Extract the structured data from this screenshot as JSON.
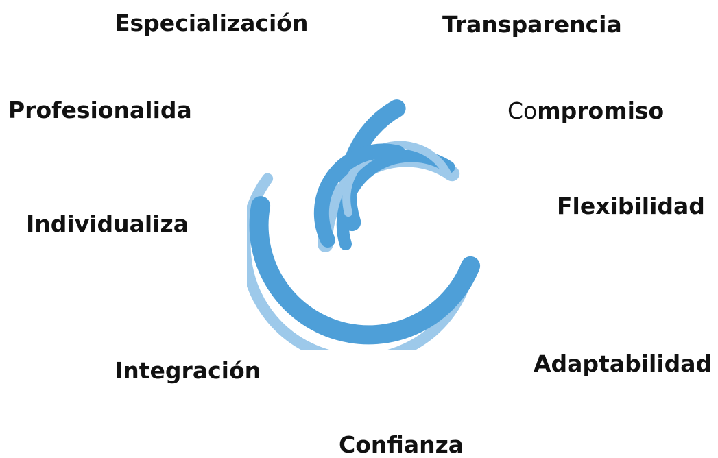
{
  "diagram": {
    "values": [
      {
        "id": "especializacion",
        "text": "Especialización"
      },
      {
        "id": "transparencia",
        "text": "Transparencia"
      },
      {
        "id": "profesionalida",
        "text": "Profesionalida"
      },
      {
        "id": "compromiso",
        "text_prefix": "Co",
        "text_rest": "mpromiso"
      },
      {
        "id": "flexibilidad",
        "text": "Flexibilidad"
      },
      {
        "id": "individualiza",
        "text": "Individualiza"
      },
      {
        "id": "integracion",
        "text": "Integración"
      },
      {
        "id": "adaptabilidad",
        "text": "Adaptabilidad"
      },
      {
        "id": "confianza",
        "text": "Confianza"
      }
    ],
    "emblem": {
      "icon": "circular-arcs-logo-icon",
      "colors": {
        "dark_blue": "#4e9fd8",
        "light_blue": "#9dc9ea"
      }
    }
  }
}
